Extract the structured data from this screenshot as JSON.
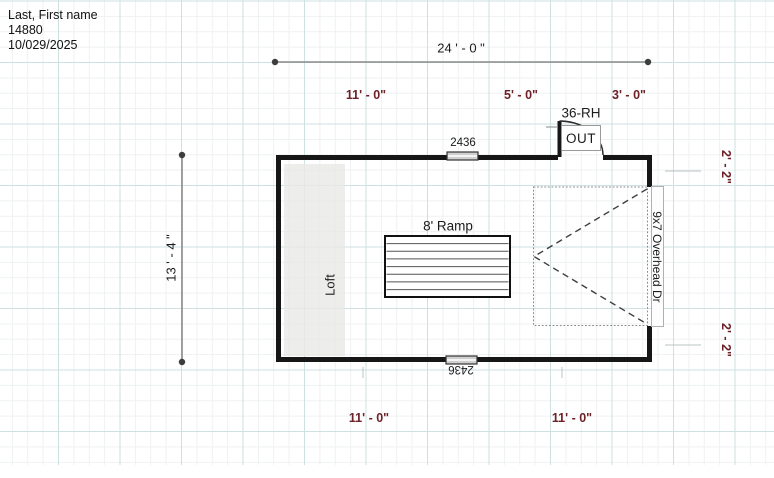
{
  "title_block": {
    "name": "Last, First name",
    "number": "14880",
    "date": "10/029/2025"
  },
  "dimensions": {
    "overall_width": "24 ' - 0 \"",
    "overall_height": "13 ' - 4 \"",
    "top_segments": [
      "11' - 0\"",
      "5' - 0\"",
      "3' - 0\""
    ],
    "bottom_segments": [
      "11' - 0\"",
      "11' - 0\""
    ],
    "right_segments": [
      "2' - 2\"",
      "2' - 2\""
    ]
  },
  "labels": {
    "entry_door": "36-RH",
    "entry_door_swing": "OUT",
    "window_top": "2436",
    "window_bottom": "2436",
    "ramp": "8' Ramp",
    "loft": "Loft",
    "overhead_door": "9x7 Overhead Dr"
  },
  "colors": {
    "wall": "#161616",
    "dimension_text_black": "#1c1c1c",
    "dimension_text_red": "#6e2127",
    "grid_major": "#cfe0e0",
    "grid_minor": "#eef1f3",
    "loft_fill": "#e9e9e6"
  }
}
